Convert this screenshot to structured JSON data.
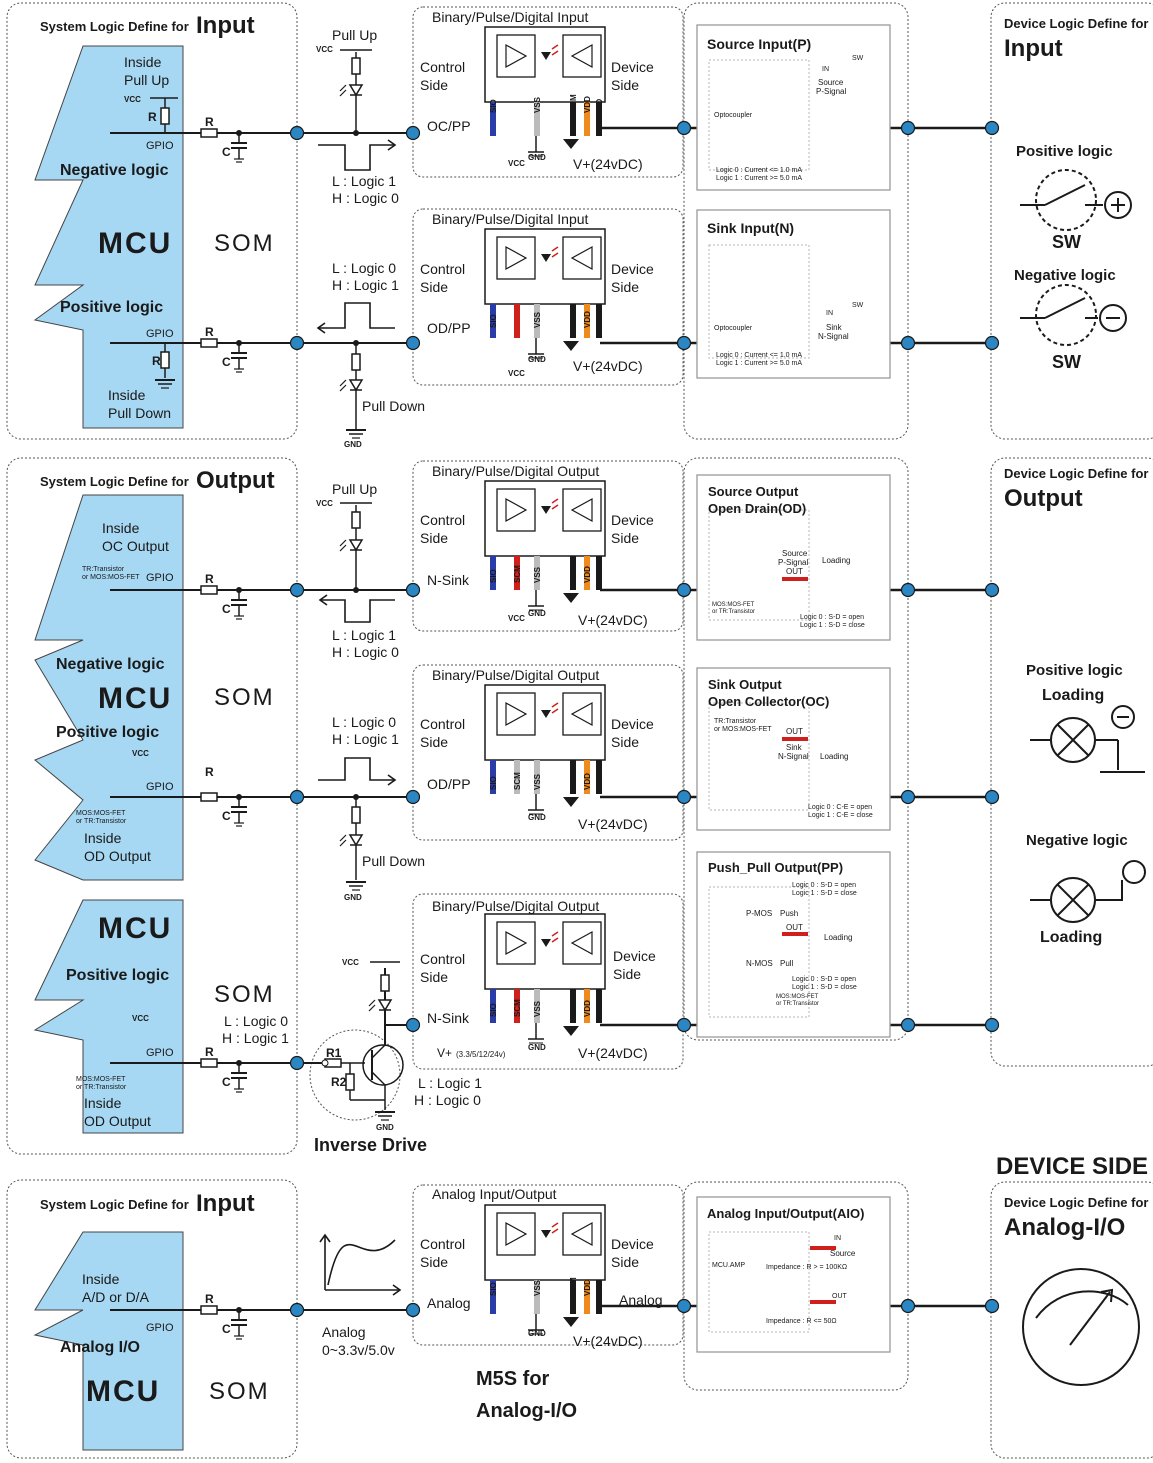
{
  "colors": {
    "mcu_fill": "#a7d8f3",
    "node": "#2b86c4",
    "wire": "#1a1a1a",
    "red": "#d0201c",
    "orange": "#f08a1c",
    "blue": "#2a3ca8",
    "gray": "#9a9a9a"
  },
  "sections": {
    "input": {
      "left_title_prefix": "System Logic Define for",
      "left_title_main": "Input",
      "right_title_prefix": "Device Logic Define for",
      "right_title_main": "Input",
      "mcu_top": {
        "inside_l1": "Inside",
        "inside_l2": "Pull Up",
        "vcc": "VCC",
        "r": "R",
        "gpio": "GPIO",
        "logic": "Negative logic"
      },
      "mcu": "MCU",
      "som": "SOM",
      "mcu_bottom": {
        "logic": "Positive logic",
        "gpio": "GPIO",
        "r": "R",
        "inside_l1": "Inside",
        "inside_l2": "Pull Down"
      },
      "pull_up": "Pull Up",
      "vcc": "VCC",
      "pull_down": "Pull Down",
      "gnd": "GND",
      "top_logic_l1": "L : Logic 1",
      "top_logic_l2": "H : Logic 0",
      "bot_logic_l1": "L : Logic 0",
      "bot_logic_l2": "H : Logic 1",
      "r": "R",
      "c": "C",
      "module_title": "Binary/Pulse/Digital Input",
      "control_l1": "Control",
      "control_l2": "Side",
      "device_l1": "Device",
      "device_l2": "Side",
      "ocpp": "OC/PP",
      "odpp": "OD/PP",
      "vplus": "V+(24vDC)",
      "pins": [
        "SIO",
        "VSS",
        "COM",
        "VDD",
        "DIO"
      ],
      "source_title": "Source Input(P)",
      "sink_title": "Sink Input(N)",
      "optocoupler": "Optocoupler",
      "source_sig_l1": "Source",
      "source_sig_l2": "P-Signal",
      "sink_sig_l1": "Sink",
      "sink_sig_l2": "N-Signal",
      "in": "IN",
      "sw_small": "SW",
      "cur_l1": "Logic 0 : Current <= 1.0 mA",
      "cur_l2": "Logic 1 : Current >= 5.0 mA",
      "pos_logic": "Positive logic",
      "neg_logic": "Negative logic",
      "sw": "SW"
    },
    "output": {
      "left_title_prefix": "System Logic Define for",
      "left_title_main": "Output",
      "right_title_prefix": "Device Logic Define for",
      "right_title_main": "Output",
      "oc_inside_l1": "Inside",
      "oc_inside_l2": "OC Output",
      "tr_note_l1": "TR:Transistor",
      "tr_note_l2": "or MOS:MOS-FET",
      "gpio": "GPIO",
      "neg_logic": "Negative logic",
      "mcu": "MCU",
      "pos_logic": "Positive logic",
      "vcc": "VCC",
      "mos_note_l1": "MOS:MOS-FET",
      "mos_note_l2": "or TR:Transistor",
      "od_inside_l1": "Inside",
      "od_inside_l2": "OD Output",
      "som": "SOM",
      "r": "R",
      "c": "C",
      "pull_up": "Pull Up",
      "pull_down": "Pull Down",
      "gnd": "GND",
      "l1_logic_l1": "L : Logic 1",
      "l1_logic_l2": "H : Logic 0",
      "l2_logic_l1": "L : Logic 0",
      "l2_logic_l2": "H : Logic 1",
      "module_title": "Binary/Pulse/Digital Output",
      "control_l1": "Control",
      "control_l2": "Side",
      "device_l1": "Device",
      "device_l2": "Side",
      "nsink": "N-Sink",
      "odpp": "OD/PP",
      "vplus": "V+(24vDC)",
      "pins": [
        "SIO",
        "SCM",
        "VSS",
        "COM",
        "VDD",
        "DIO"
      ],
      "od_title_l1": "Source Output",
      "od_title_l2": "Open Drain(OD)",
      "od_sig_l1": "Source",
      "od_sig_l2": "P-Signal",
      "out": "OUT",
      "loading_small": "Loading",
      "od_logic_l1": "Logic 0 : S-D = open",
      "od_logic_l2": "Logic 1 : S-D = close",
      "oc_title_l1": "Sink Output",
      "oc_title_l2": "Open Collector(OC)",
      "oc_sig_l1": "Sink",
      "oc_sig_l2": "N-Signal",
      "oc_logic_l1": "Logic 0 : C-E = open",
      "oc_logic_l2": "Logic 1 : C-E = close",
      "pp_title": "Push_Pull Output(PP)",
      "pp_logic_l1": "Logic 0 : S-D = open",
      "pp_logic_l2": "Logic 1 : S-D = close",
      "pmos": "P-MOS",
      "nmos": "N-MOS",
      "push": "Push",
      "pull": "Pull",
      "pos_logic_r": "Positive logic",
      "neg_logic_r": "Negative logic",
      "loading": "Loading"
    },
    "inverse": {
      "mcu": "MCU",
      "pos_logic": "Positive logic",
      "som": "SOM",
      "logic_l1": "L : Logic 0",
      "logic_l2": "H : Logic 1",
      "vcc": "VCC",
      "gpio": "GPIO",
      "r": "R",
      "c": "C",
      "mos_note_l1": "MOS:MOS-FET",
      "mos_note_l2": "or TR:Transistor",
      "inside_l1": "Inside",
      "inside_l2": "OD Output",
      "r1": "R1",
      "r2": "R2",
      "gnd": "GND",
      "out_logic_l1": "L : Logic 1",
      "out_logic_l2": "H : Logic 0",
      "inverse_drive": "Inverse Drive",
      "module_title": "Binary/Pulse/Digital Output",
      "nsink": "N-Sink",
      "vplus_red": "V+",
      "vplus_red_small": "(3.3/5/12/24v)",
      "vplus": "V+(24vDC)"
    },
    "analog": {
      "device_side": "DEVICE SIDE",
      "left_title_prefix": "System Logic Define for",
      "left_title_main": "Input",
      "right_title_prefix": "Device Logic Define for",
      "right_title_main": "Analog-I/O",
      "inside_l1": "Inside",
      "inside_l2": "A/D or D/A",
      "gpio": "GPIO",
      "logic": "Analog I/O",
      "mcu": "MCU",
      "som": "SOM",
      "r": "R",
      "c": "C",
      "analog_l1": "Analog",
      "analog_l2": "0~3.3v/5.0v",
      "module_title": "Analog Input/Output",
      "analog": "Analog",
      "control_l1": "Control",
      "control_l2": "Side",
      "device_l1": "Device",
      "device_l2": "Side",
      "vplus": "V+(24vDC)",
      "m5s_l1": "M5S  for",
      "m5s_l2": "Analog-I/O",
      "aio_title": "Analog Input/Output(AIO)",
      "mcu_amp": "MCU.AMP",
      "in": "IN",
      "source": "Source",
      "imp_in": "Impedance : R > = 100KΩ",
      "out": "OUT",
      "imp_out": "Impedance : R <= 50Ω"
    }
  }
}
